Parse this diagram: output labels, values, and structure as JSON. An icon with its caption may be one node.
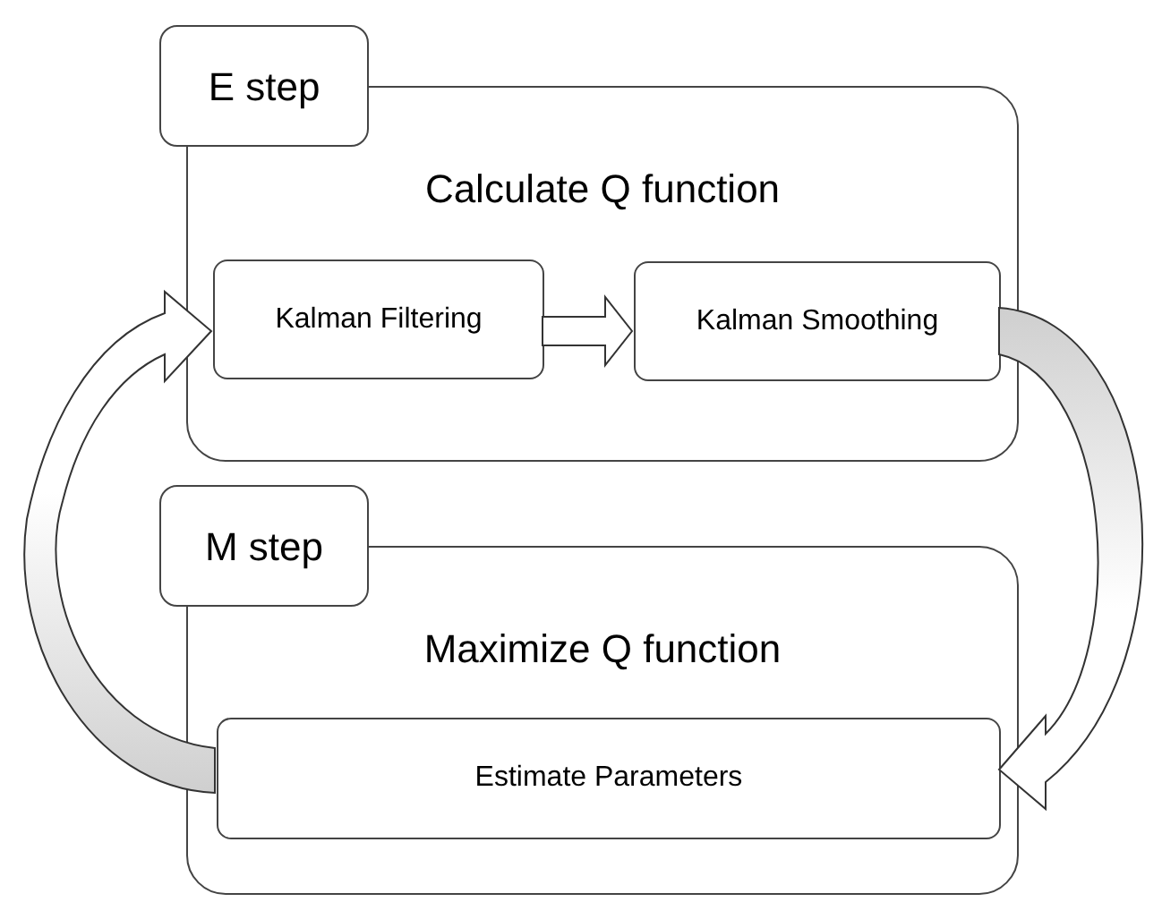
{
  "diagram": {
    "nodes": [
      {
        "text": [
          "E step",
          "Calculate Q function"
        ]
      },
      {
        "text": [
          "Kalman Filtering"
        ],
        "in": 0
      },
      {
        "text": [
          "Kalman Smoothing"
        ],
        "in": 0
      },
      {
        "text": [
          "M step",
          "Maximize Q function"
        ]
      },
      {
        "text": [
          "Estimate Parameters"
        ],
        "in": 3
      }
    ],
    "edges": [
      {
        "from": 1,
        "to": 2,
        "arrow": "to"
      },
      {
        "from": 2,
        "to": 4,
        "arrow": "to"
      },
      {
        "from": 4,
        "to": 1,
        "arrow": "to"
      }
    ]
  }
}
